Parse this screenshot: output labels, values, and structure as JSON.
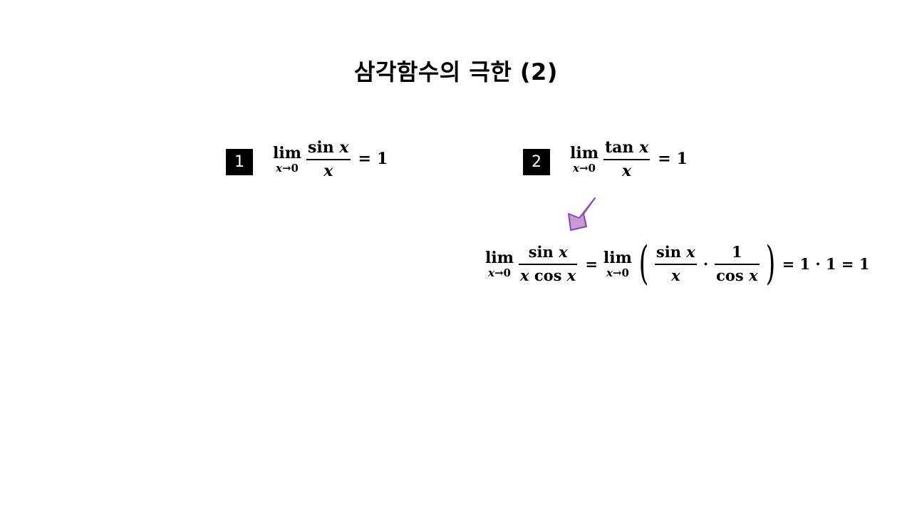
{
  "title": "삼각함수의 극한 (2)",
  "formula1": {
    "badge": "1",
    "lim": "lim",
    "lim_sub": "x→0",
    "num": "sin x",
    "den": "x",
    "eq": "=",
    "result": "1"
  },
  "formula2": {
    "badge": "2",
    "lim": "lim",
    "lim_sub": "x→0",
    "num": "tan x",
    "den": "x",
    "eq": "=",
    "result": "1"
  },
  "derivation": {
    "lim": "lim",
    "lim_sub": "x→0",
    "num1": "sin x",
    "den1": "x cos x",
    "eq1": "=",
    "lim2": "lim",
    "lim2_sub": "x→0",
    "paren_open": "(",
    "num2": "sin x",
    "den2": "x",
    "dot1": "·",
    "num3": "1",
    "den3": "cos x",
    "paren_close": ")",
    "tail": "= 1 · 1 = 1"
  },
  "colors": {
    "arrow_fill": "#c89ad6",
    "arrow_stroke": "#8e44ad"
  },
  "icons": {
    "arrow": "down-left-arrow-icon"
  }
}
